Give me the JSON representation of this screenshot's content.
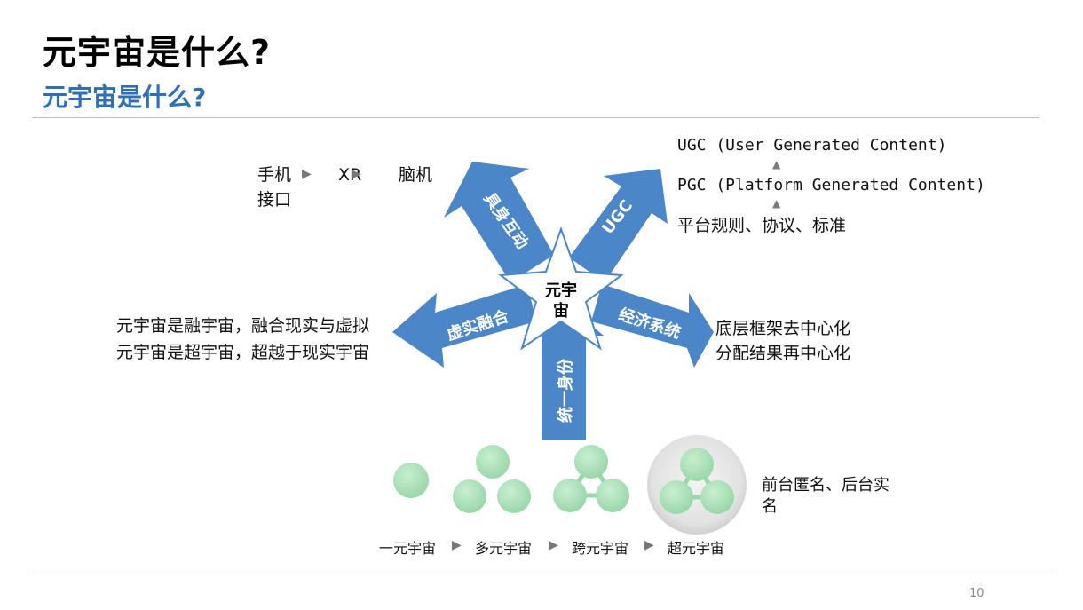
{
  "slide": {
    "title": "元宇宙是什么?",
    "subtitle": "元宇宙是什么?",
    "page_number": "10"
  },
  "center": {
    "line1": "元宇",
    "line2": "宙"
  },
  "arms": [
    {
      "id": "embodied",
      "label": "具身互动"
    },
    {
      "id": "ugc",
      "label": "UGC"
    },
    {
      "id": "fusion",
      "label": "虚实融合"
    },
    {
      "id": "economy",
      "label": "经济系统"
    },
    {
      "id": "identity",
      "label": "统一身份"
    }
  ],
  "interaction_chain": {
    "item1": "手机",
    "item2": "XR",
    "item3": "脑机",
    "item4": "接口"
  },
  "content_chain": {
    "top": "UGC (User Generated Content)",
    "middle": "PGC (Platform Generated Content)",
    "bottom": "平台规则、协议、标准"
  },
  "fusion_notes": {
    "line1": "元宇宙是融宇宙，融合现实与虚拟",
    "line2": "元宇宙是超宇宙，超越于现实宇宙"
  },
  "economy_notes": {
    "line1": "底层框架去中心化",
    "line2": "分配结果再中心化"
  },
  "identity_note": {
    "line1": "前台匿名、后台实",
    "line2": "名"
  },
  "evolution": {
    "stage1": "一元宇宙",
    "stage2": "多元宇宙",
    "stage3": "跨元宇宙",
    "stage4": "超元宇宙"
  },
  "colors": {
    "accent_blue": "#2e6fb5",
    "arm_blue": "#4a86c8",
    "bubble_green": "#a8e0b6",
    "halo_gray": "#dcdcdc"
  }
}
